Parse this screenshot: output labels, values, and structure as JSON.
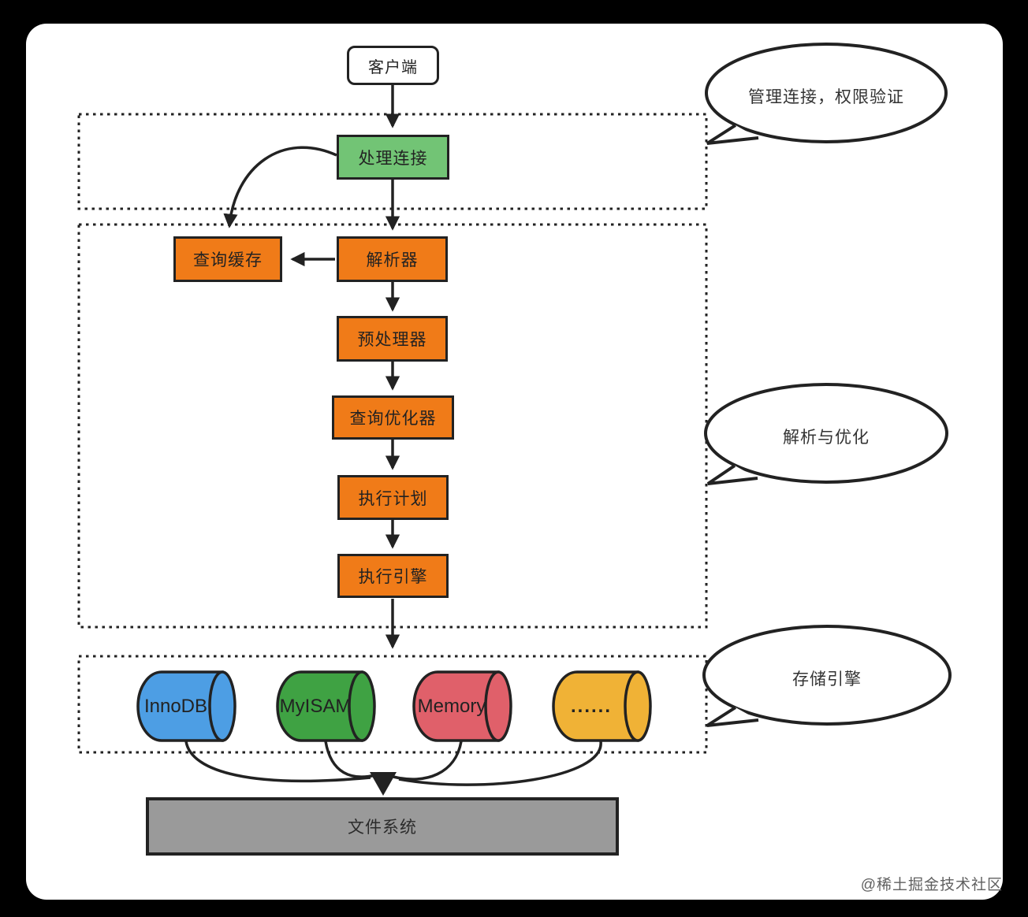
{
  "diagram": {
    "client_label": "客户端",
    "connection_layer": {
      "bubble": "管理连接，权限验证",
      "handle_connection": "处理连接"
    },
    "parse_layer": {
      "bubble": "解析与优化",
      "query_cache": "查询缓存",
      "parser": "解析器",
      "preprocessor": "预处理器",
      "optimizer": "查询优化器",
      "exec_plan": "执行计划",
      "exec_engine": "执行引擎"
    },
    "storage_layer": {
      "bubble": "存储引擎",
      "engines": [
        {
          "label": "InnoDB",
          "color": "#4D9EE4"
        },
        {
          "label": "MyISAM",
          "color": "#3FA243"
        },
        {
          "label": "Memory",
          "color": "#E0606A"
        },
        {
          "label": "......",
          "color": "#F0B236"
        }
      ]
    },
    "file_system_label": "文件系统",
    "watermark": "@稀土掘金技术社区"
  },
  "colors": {
    "frame": "#000000",
    "canvas": "#FFFFFF",
    "line": "#222222",
    "node_green": "#72C475",
    "node_orange": "#F07B18",
    "node_gray": "#9A9A9A"
  }
}
